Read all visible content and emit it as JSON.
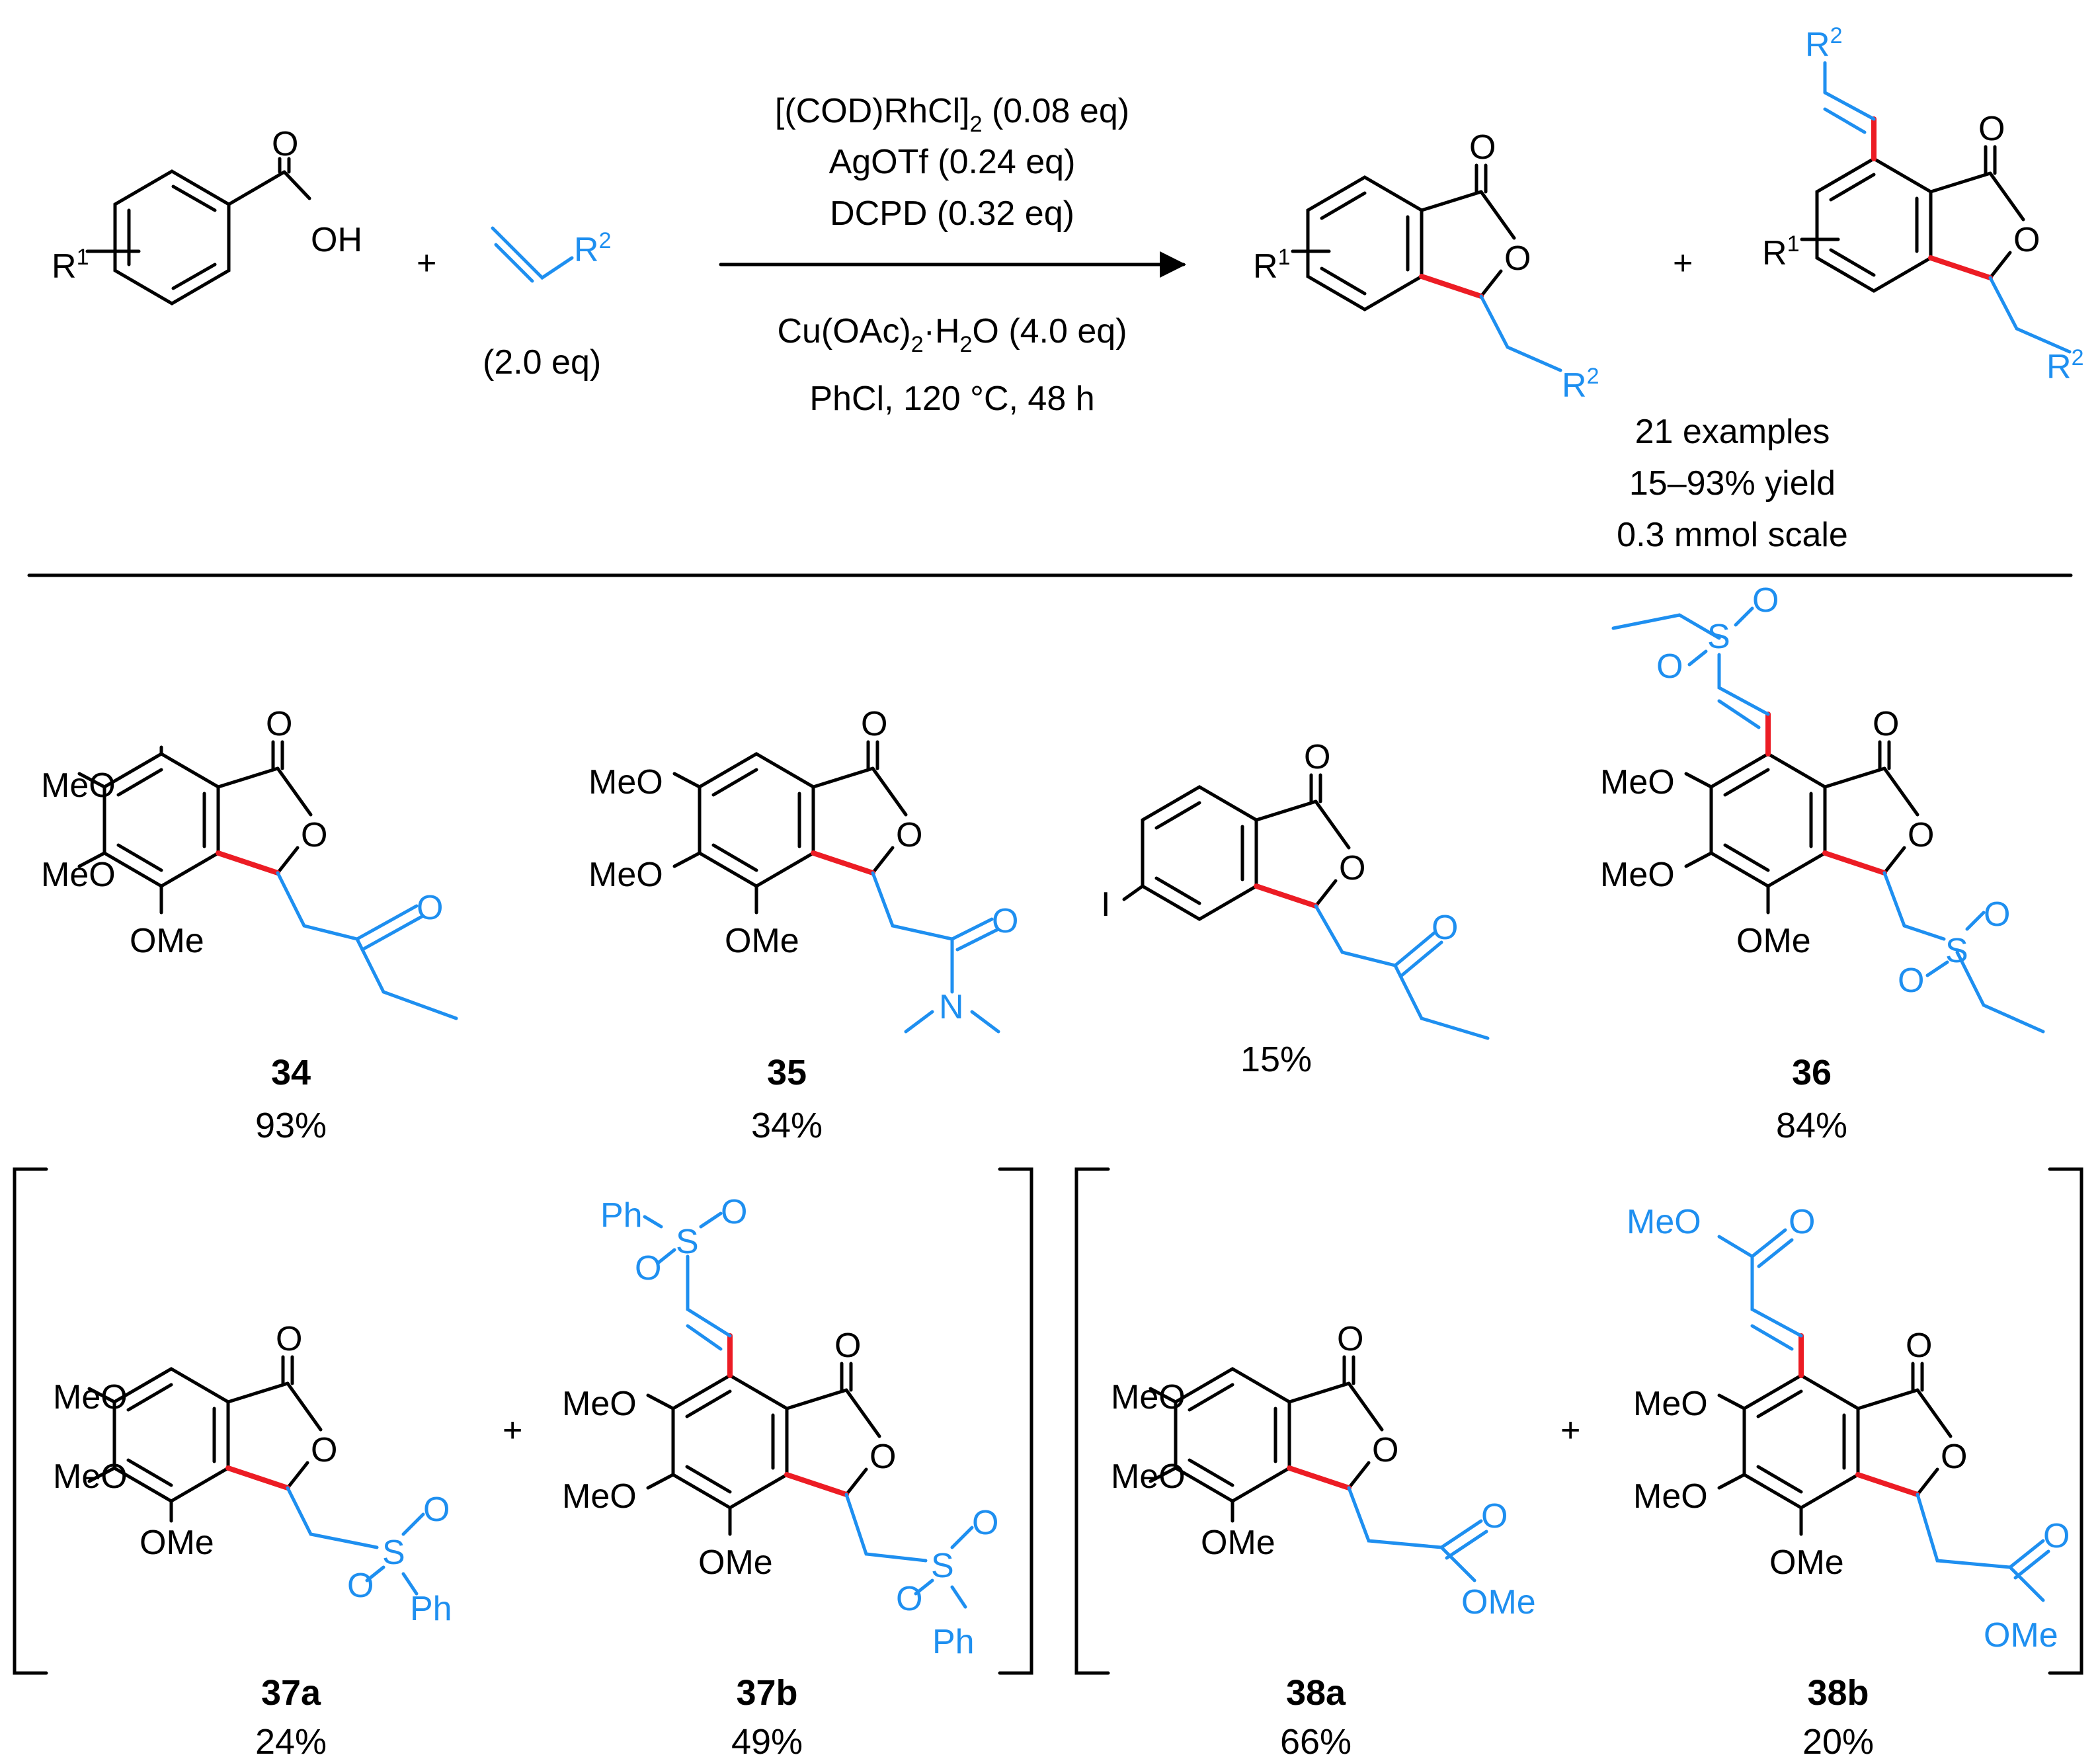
{
  "colors": {
    "text": "#000000",
    "substituent": "#1e8ff0",
    "new_bond": "#ec1c24",
    "background": "#ffffff"
  },
  "reaction": {
    "labels": {
      "r1": "R",
      "r1_sup": "1",
      "r2": "R",
      "r2_sup": "2",
      "oh": "OH",
      "o": "O",
      "plus": "+"
    },
    "alkene_equiv": "(2.0 eq)",
    "conditions_above": [
      "[(COD)RhCl]",
      "2",
      " (0.08 eq)",
      "AgOTf (0.24 eq)",
      "DCPD (0.32 eq)"
    ],
    "conditions_below": [
      "Cu(OAc)",
      "2",
      "·H",
      "2",
      "O (4.0 eq)",
      "PhCl, 120 °C, 48 h"
    ],
    "summary": [
      "21 examples",
      "15–93% yield",
      "0.3 mmol scale"
    ]
  },
  "atom_labels": {
    "meo": "MeO",
    "ome": "OMe",
    "o": "O",
    "s": "S",
    "n": "N",
    "i": "I",
    "ph": "Ph"
  },
  "plus_sign": "+",
  "compounds": [
    {
      "id": "34",
      "yield": "93%"
    },
    {
      "id": "35",
      "yield": "34%"
    },
    {
      "id": "",
      "yield": "15%"
    },
    {
      "id": "36",
      "yield": "84%"
    },
    {
      "id": "37a",
      "yield": "24%"
    },
    {
      "id": "37b",
      "yield": "49%"
    },
    {
      "id": "38a",
      "yield": "66%"
    },
    {
      "id": "38b",
      "yield": "20%"
    }
  ]
}
